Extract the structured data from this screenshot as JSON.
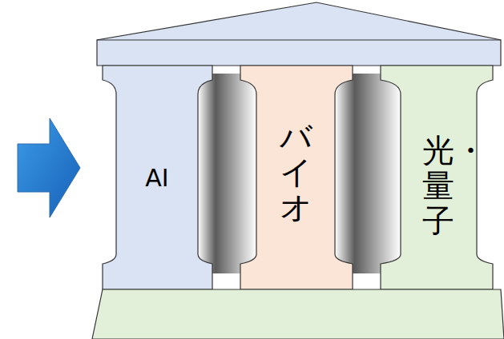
{
  "diagram": {
    "nodes": [
      {
        "text": [
          "AI"
        ]
      },
      {
        "text": [
          "バイオ"
        ]
      },
      {
        "text": [
          "光・量子"
        ]
      }
    ]
  }
}
